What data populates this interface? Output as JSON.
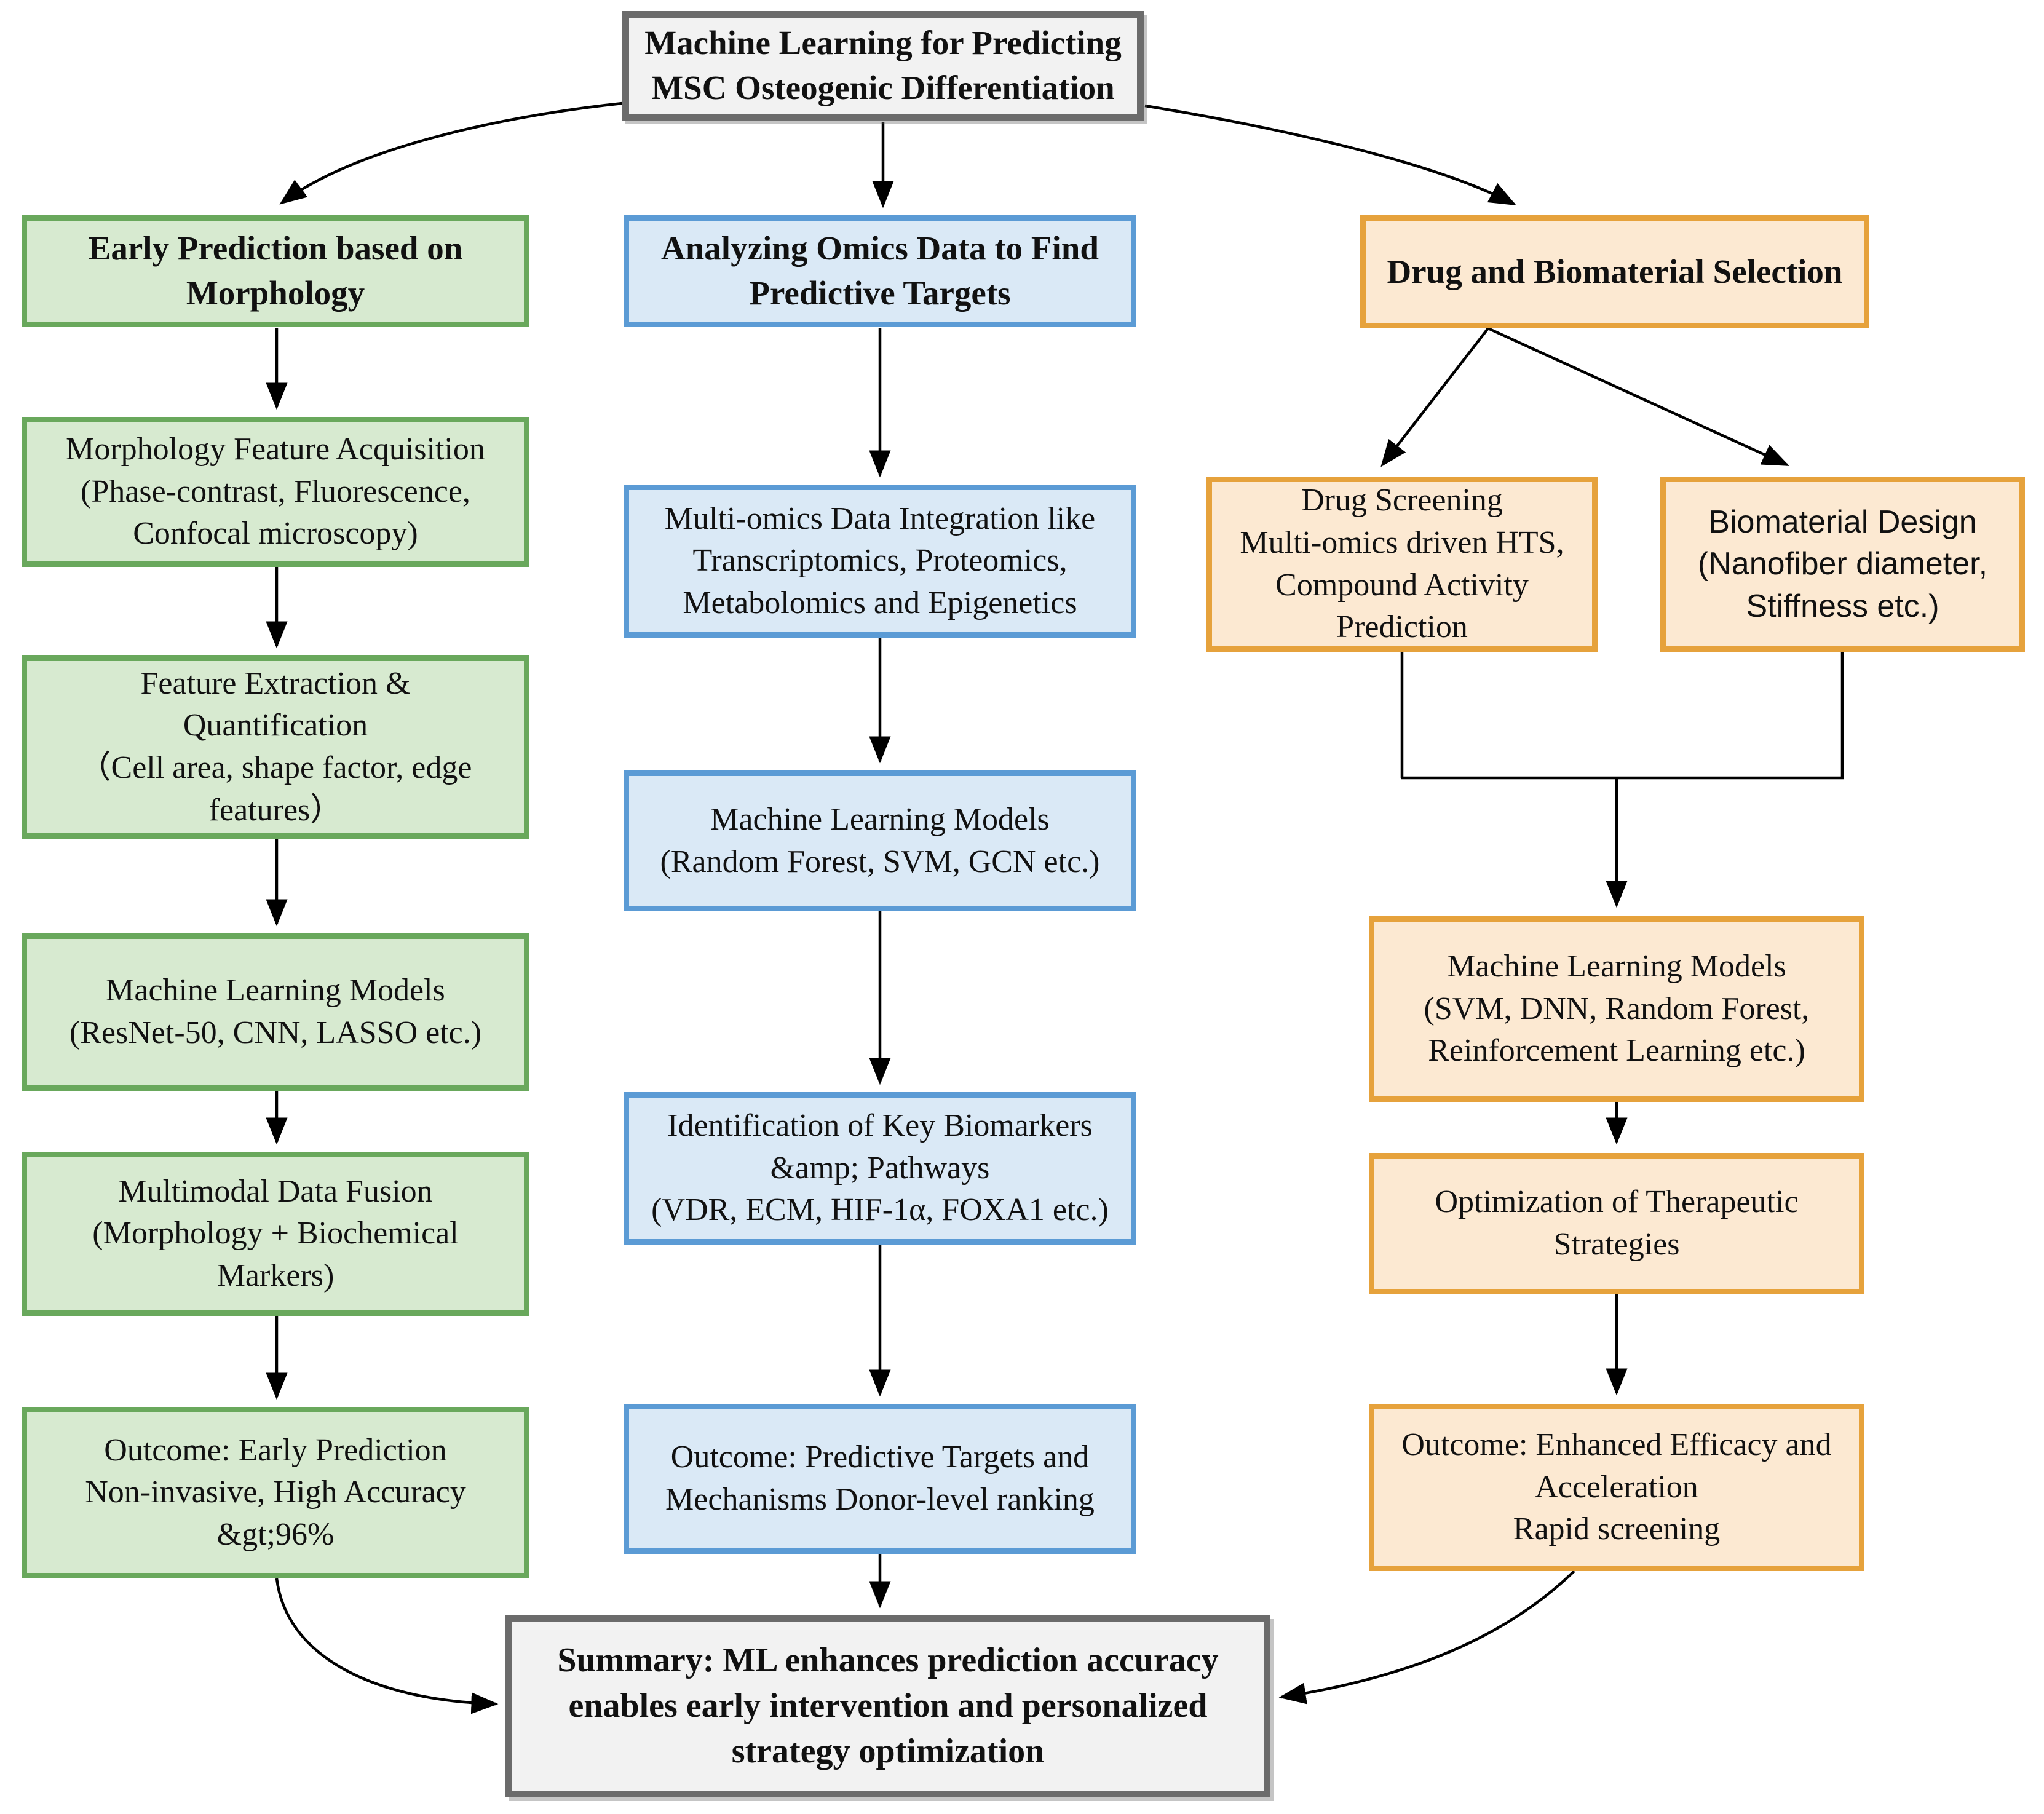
{
  "title": {
    "text": "Machine Learning for Predicting\nMSC Osteogenic Differentiation"
  },
  "palette": {
    "green_border": "#69A85C",
    "green_fill": "#D7EAD0",
    "blue_border": "#5B9BD5",
    "blue_fill": "#DAE9F6",
    "orange_border": "#E6A23C",
    "orange_fill": "#FCE9D2",
    "gray_border": "#6B6B6B",
    "gray_fill": "#F2F2F2",
    "arrow": "#000000"
  },
  "columns": [
    {
      "name": "early-prediction-morphology",
      "header": "Early Prediction based on\nMorphology",
      "boxes": [
        {
          "text": "Morphology Feature Acquisition\n(Phase-contrast, Fluorescence,\nConfocal microscopy)"
        },
        {
          "text": "Feature Extraction &\nQuantification\n（Cell area, shape factor, edge\nfeatures）"
        },
        {
          "text": "Machine Learning Models\n(ResNet-50, CNN, LASSO etc.)"
        },
        {
          "text": "Multimodal Data Fusion\n(Morphology + Biochemical\nMarkers)"
        },
        {
          "text": "Outcome: Early Prediction\nNon-invasive, High Accuracy\n&gt;96%"
        }
      ]
    },
    {
      "name": "omics-data-targets",
      "header": "Analyzing Omics Data to Find\nPredictive Targets",
      "boxes": [
        {
          "text": "Multi-omics Data Integration like\nTranscriptomics, Proteomics,\nMetabolomics and Epigenetics"
        },
        {
          "text": "Machine Learning Models\n(Random Forest, SVM, GCN etc.)"
        },
        {
          "text": "Identification of Key Biomarkers\n&amp; Pathways\n(VDR, ECM, HIF-1α, FOXA1 etc.)"
        },
        {
          "text": "Outcome: Predictive Targets and\nMechanisms Donor-level ranking"
        }
      ]
    },
    {
      "name": "drug-biomaterial-selection",
      "header": "Drug and Biomaterial Selection",
      "branches": [
        {
          "text": "Drug Screening\nMulti-omics driven HTS,\nCompound Activity\nPrediction"
        },
        {
          "text": "Biomaterial Design\n(Nanofiber diameter,\nStiffness etc.)"
        }
      ],
      "boxes": [
        {
          "text": "Machine Learning Models\n(SVM, DNN, Random Forest,\nReinforcement Learning etc.)"
        },
        {
          "text": "Optimization of Therapeutic\nStrategies"
        },
        {
          "text": "Outcome: Enhanced Efficacy and\nAcceleration\nRapid screening"
        }
      ]
    }
  ],
  "summary": {
    "text": "Summary: ML enhances prediction accuracy\nenables early intervention and personalized\nstrategy optimization"
  }
}
